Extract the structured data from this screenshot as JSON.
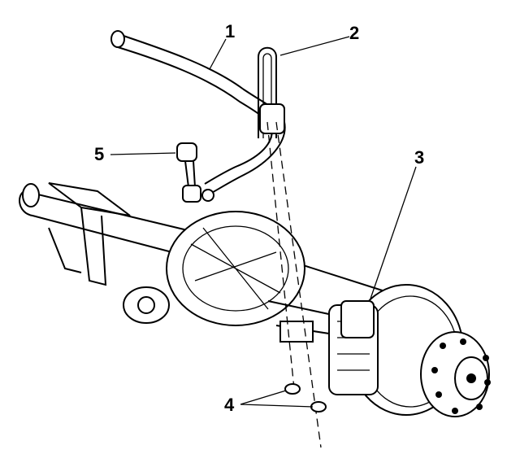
{
  "diagram": {
    "callouts": [
      {
        "number": "1",
        "part": "stabilizer-bar"
      },
      {
        "number": "2",
        "part": "stabilizer-bar-clamp"
      },
      {
        "number": "3",
        "part": "axle-mount"
      },
      {
        "number": "4",
        "part": "nuts"
      },
      {
        "number": "5",
        "part": "stabilizer-link"
      }
    ]
  }
}
